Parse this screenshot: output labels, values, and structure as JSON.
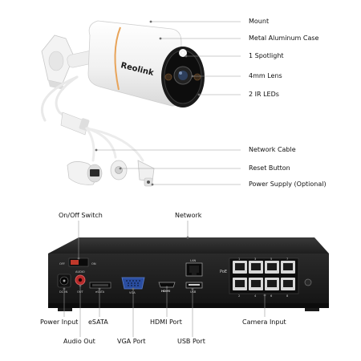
{
  "camera_labels": {
    "mount": "Mount",
    "case": "Metal Aluminum Case",
    "spotlight": "1 Spotlight",
    "lens": "4mm Lens",
    "ir": "2 IR LEDs",
    "network_cable": "Network Cable",
    "reset": "Reset Button",
    "power": "Power Supply (Optional)"
  },
  "nvr_labels": {
    "onoff": "On/Off Switch",
    "network": "Network",
    "power_input": "Power Input",
    "esata": "eSATA",
    "audio_out": "Audio Out",
    "vga": "VGA Port",
    "hdmi": "HDMI Port",
    "usb": "USB Port",
    "camera_input": "Camera Input"
  },
  "panel_text": {
    "brand": "Reolink",
    "off": "OFF",
    "on": "ON",
    "dcin": "DC IN",
    "audio": "AUDIO",
    "out": "OUT",
    "esata": "eSATA",
    "vga": "VGA",
    "hdmi": "HDMI",
    "lan": "LAN",
    "usb": "USB",
    "poe": "PoE",
    "port_numbers": [
      "1",
      "3",
      "5",
      "7",
      "2",
      "4",
      "6",
      "8"
    ]
  }
}
